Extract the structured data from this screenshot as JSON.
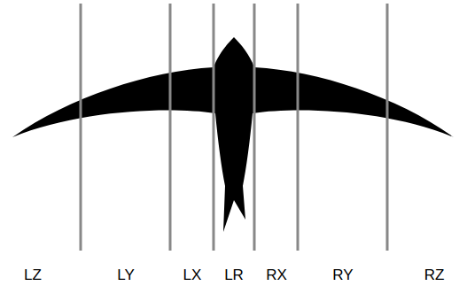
{
  "diagram": {
    "labels": [
      "LZ",
      "LY",
      "LX",
      "LR",
      "RX",
      "RY",
      "RZ"
    ]
  }
}
